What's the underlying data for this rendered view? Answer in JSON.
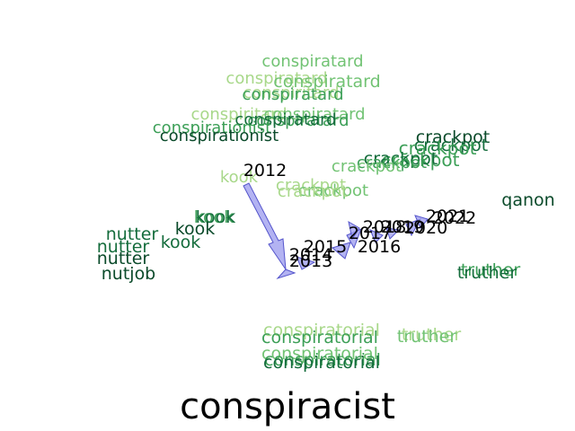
{
  "title": "conspiracist",
  "colors": {
    "light": "#a8d88a",
    "mid": "#72c374",
    "green": "#3c9f57",
    "dark": "#146c3c",
    "darkest": "#0a4a2a",
    "arrow_fill": "#9999ee",
    "arrow_stroke": "#5555cc"
  },
  "years": [
    "2012",
    "2013",
    "2014",
    "2015",
    "2016",
    "2017",
    "2018",
    "2019",
    "2020",
    "2021",
    "2022"
  ],
  "words": [
    {
      "id": "w1",
      "text": "conspiratard",
      "tone": "mid"
    },
    {
      "id": "w2",
      "text": "conspiratard",
      "tone": "light"
    },
    {
      "id": "w3",
      "text": "conspiratard",
      "tone": "mid"
    },
    {
      "id": "w4",
      "text": "conspiritard",
      "tone": "light"
    },
    {
      "id": "w5",
      "text": "conspiratard",
      "tone": "green"
    },
    {
      "id": "w6",
      "text": "conspiritard",
      "tone": "light"
    },
    {
      "id": "w7",
      "text": "conspiratard",
      "tone": "mid"
    },
    {
      "id": "w8",
      "text": "conspiratard",
      "tone": "green"
    },
    {
      "id": "w9",
      "text": "conspiratard",
      "tone": "dark"
    },
    {
      "id": "w10",
      "text": "conspirationist",
      "tone": "green"
    },
    {
      "id": "w11",
      "text": "conspirationist",
      "tone": "darkest"
    },
    {
      "id": "w12",
      "text": "crackpot",
      "tone": "darkest"
    },
    {
      "id": "w13",
      "text": "crackpot",
      "tone": "dark"
    },
    {
      "id": "w14",
      "text": "crackpot",
      "tone": "green"
    },
    {
      "id": "w15",
      "text": "crackpot",
      "tone": "green"
    },
    {
      "id": "w16",
      "text": "crackpot",
      "tone": "dark"
    },
    {
      "id": "w17",
      "text": "crackpot",
      "tone": "green"
    },
    {
      "id": "w18",
      "text": "crackpot",
      "tone": "mid"
    },
    {
      "id": "w19",
      "text": "crackpot",
      "tone": "light"
    },
    {
      "id": "w20",
      "text": "crackpot",
      "tone": "mid"
    },
    {
      "id": "w21",
      "text": "crackpot",
      "tone": "light"
    },
    {
      "id": "w22",
      "text": "qanon",
      "tone": "darkest"
    },
    {
      "id": "w23",
      "text": "kook",
      "tone": "light"
    },
    {
      "id": "w24",
      "text": "kook",
      "tone": "green"
    },
    {
      "id": "w25",
      "text": "kook",
      "tone": "dark"
    },
    {
      "id": "w26",
      "text": "kook",
      "tone": "darkest"
    },
    {
      "id": "w27",
      "text": "kook",
      "tone": "dark"
    },
    {
      "id": "w28",
      "text": "nutter",
      "tone": "dark"
    },
    {
      "id": "w29",
      "text": "nutter",
      "tone": "dark"
    },
    {
      "id": "w30",
      "text": "nutter",
      "tone": "darkest"
    },
    {
      "id": "w31",
      "text": "nutjob",
      "tone": "darkest"
    },
    {
      "id": "w32",
      "text": "truther",
      "tone": "green"
    },
    {
      "id": "w33",
      "text": "truther",
      "tone": "dark"
    },
    {
      "id": "w34",
      "text": "conspiratorial",
      "tone": "light"
    },
    {
      "id": "w35",
      "text": "conspiratorial",
      "tone": "green"
    },
    {
      "id": "w36",
      "text": "truther",
      "tone": "light"
    },
    {
      "id": "w37",
      "text": "truther",
      "tone": "mid"
    },
    {
      "id": "w38",
      "text": "conspiratorial",
      "tone": "mid"
    },
    {
      "id": "w39",
      "text": "conspiratorial",
      "tone": "green"
    },
    {
      "id": "w40",
      "text": "conspiratorial",
      "tone": "dark"
    }
  ]
}
